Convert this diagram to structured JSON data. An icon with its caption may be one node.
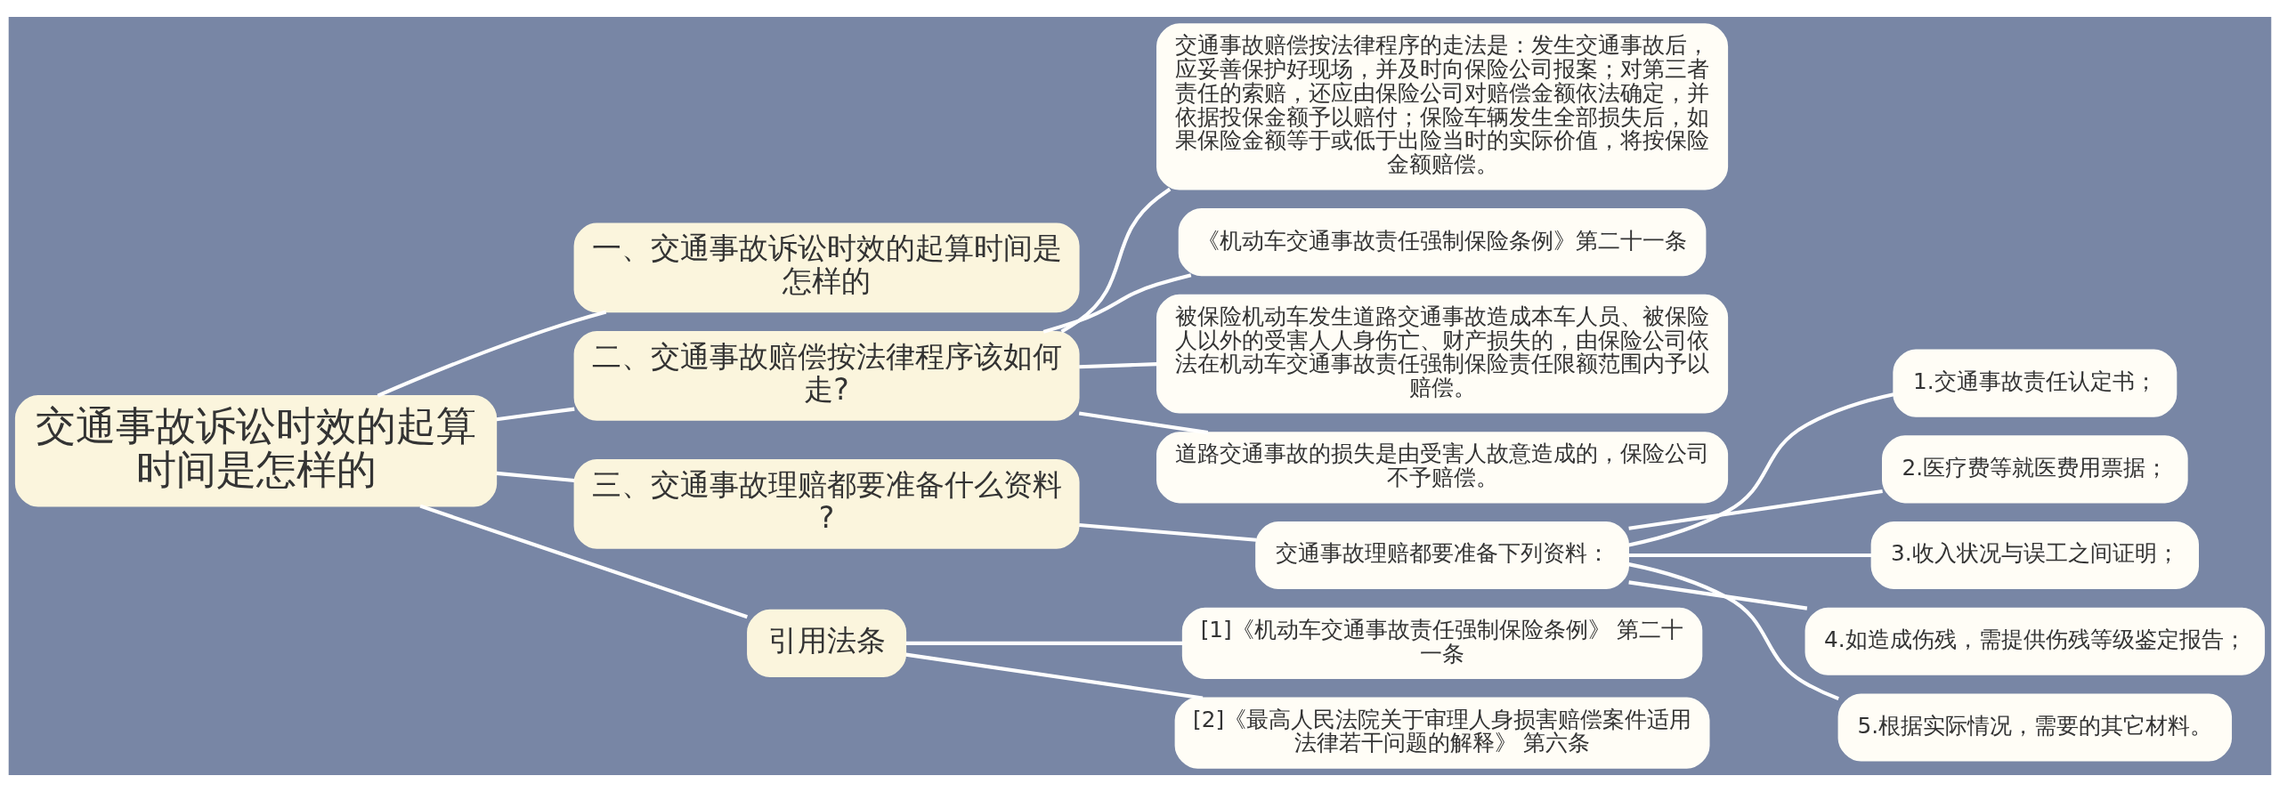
{
  "diagram": {
    "nodes": [
      {
        "text": [
          "交通事故诉讼时效的起算时间是怎样的"
        ]
      },
      {
        "text": [
          "一、交通事故诉讼时效的起算时间是怎样的"
        ]
      },
      {
        "text": [
          "二、交通事故赔偿按法律程序该如何走?"
        ]
      },
      {
        "text": [
          "交通事故赔偿按法律程序的走法是：发生交通事故后，应妥善保护好现场，并及时向保险公司报案；对第三者责任的索赔，还应由保险公司对赔偿金额依法确定，并依据投保金额予以赔付；保险车辆发生全部损失后，如果保险金额等于或低于出险当时的实际价值，将按保险金额赔偿。"
        ]
      },
      {
        "text": [
          "《机动车交通事故责任强制保险条例》第二十一条"
        ]
      },
      {
        "text": [
          "被保险机动车发生道路交通事故造成本车人员、被保险人以外的受害人人身伤亡、财产损失的，由保险公司依法在机动车交通事故责任强制保险责任限额范围内予以赔偿。"
        ]
      },
      {
        "text": [
          "道路交通事故的损失是由受害人故意造成的，保险公司不予赔偿。"
        ]
      },
      {
        "text": [
          "三、交通事故理赔都要准备什么资料?"
        ]
      },
      {
        "text": [
          "交通事故理赔都要准备下列资料："
        ]
      },
      {
        "text": [
          "1.交通事故责任认定书；"
        ]
      },
      {
        "text": [
          "2.医疗费等就医费用票据；"
        ]
      },
      {
        "text": [
          "3.收入状况与误工之间证明；"
        ]
      },
      {
        "text": [
          "4.如造成伤残，需提供伤残等级鉴定报告；"
        ]
      },
      {
        "text": [
          "5.根据实际情况，需要的其它材料。"
        ]
      },
      {
        "text": [
          "引用法条"
        ]
      },
      {
        "text": [
          "[1]《机动车交通事故责任强制保险条例》 第二十一条"
        ]
      },
      {
        "text": [
          "[2]《最高人民法院关于审理人身损害赔偿案件适用法律若干问题的解释》 第六条"
        ]
      }
    ],
    "edges": [
      {
        "from": 0,
        "to": 1,
        "arrow": "none"
      },
      {
        "from": 0,
        "to": 2,
        "arrow": "none"
      },
      {
        "from": 2,
        "to": 3,
        "arrow": "none"
      },
      {
        "from": 2,
        "to": 4,
        "arrow": "none"
      },
      {
        "from": 2,
        "to": 5,
        "arrow": "none"
      },
      {
        "from": 2,
        "to": 6,
        "arrow": "none"
      },
      {
        "from": 0,
        "to": 7,
        "arrow": "none"
      },
      {
        "from": 7,
        "to": 8,
        "arrow": "none"
      },
      {
        "from": 8,
        "to": 9,
        "arrow": "none"
      },
      {
        "from": 8,
        "to": 10,
        "arrow": "none"
      },
      {
        "from": 8,
        "to": 11,
        "arrow": "none"
      },
      {
        "from": 8,
        "to": 12,
        "arrow": "none"
      },
      {
        "from": 8,
        "to": 13,
        "arrow": "none"
      },
      {
        "from": 0,
        "to": 14,
        "arrow": "none"
      },
      {
        "from": 14,
        "to": 15,
        "arrow": "none"
      },
      {
        "from": 14,
        "to": 16,
        "arrow": "none"
      }
    ]
  }
}
